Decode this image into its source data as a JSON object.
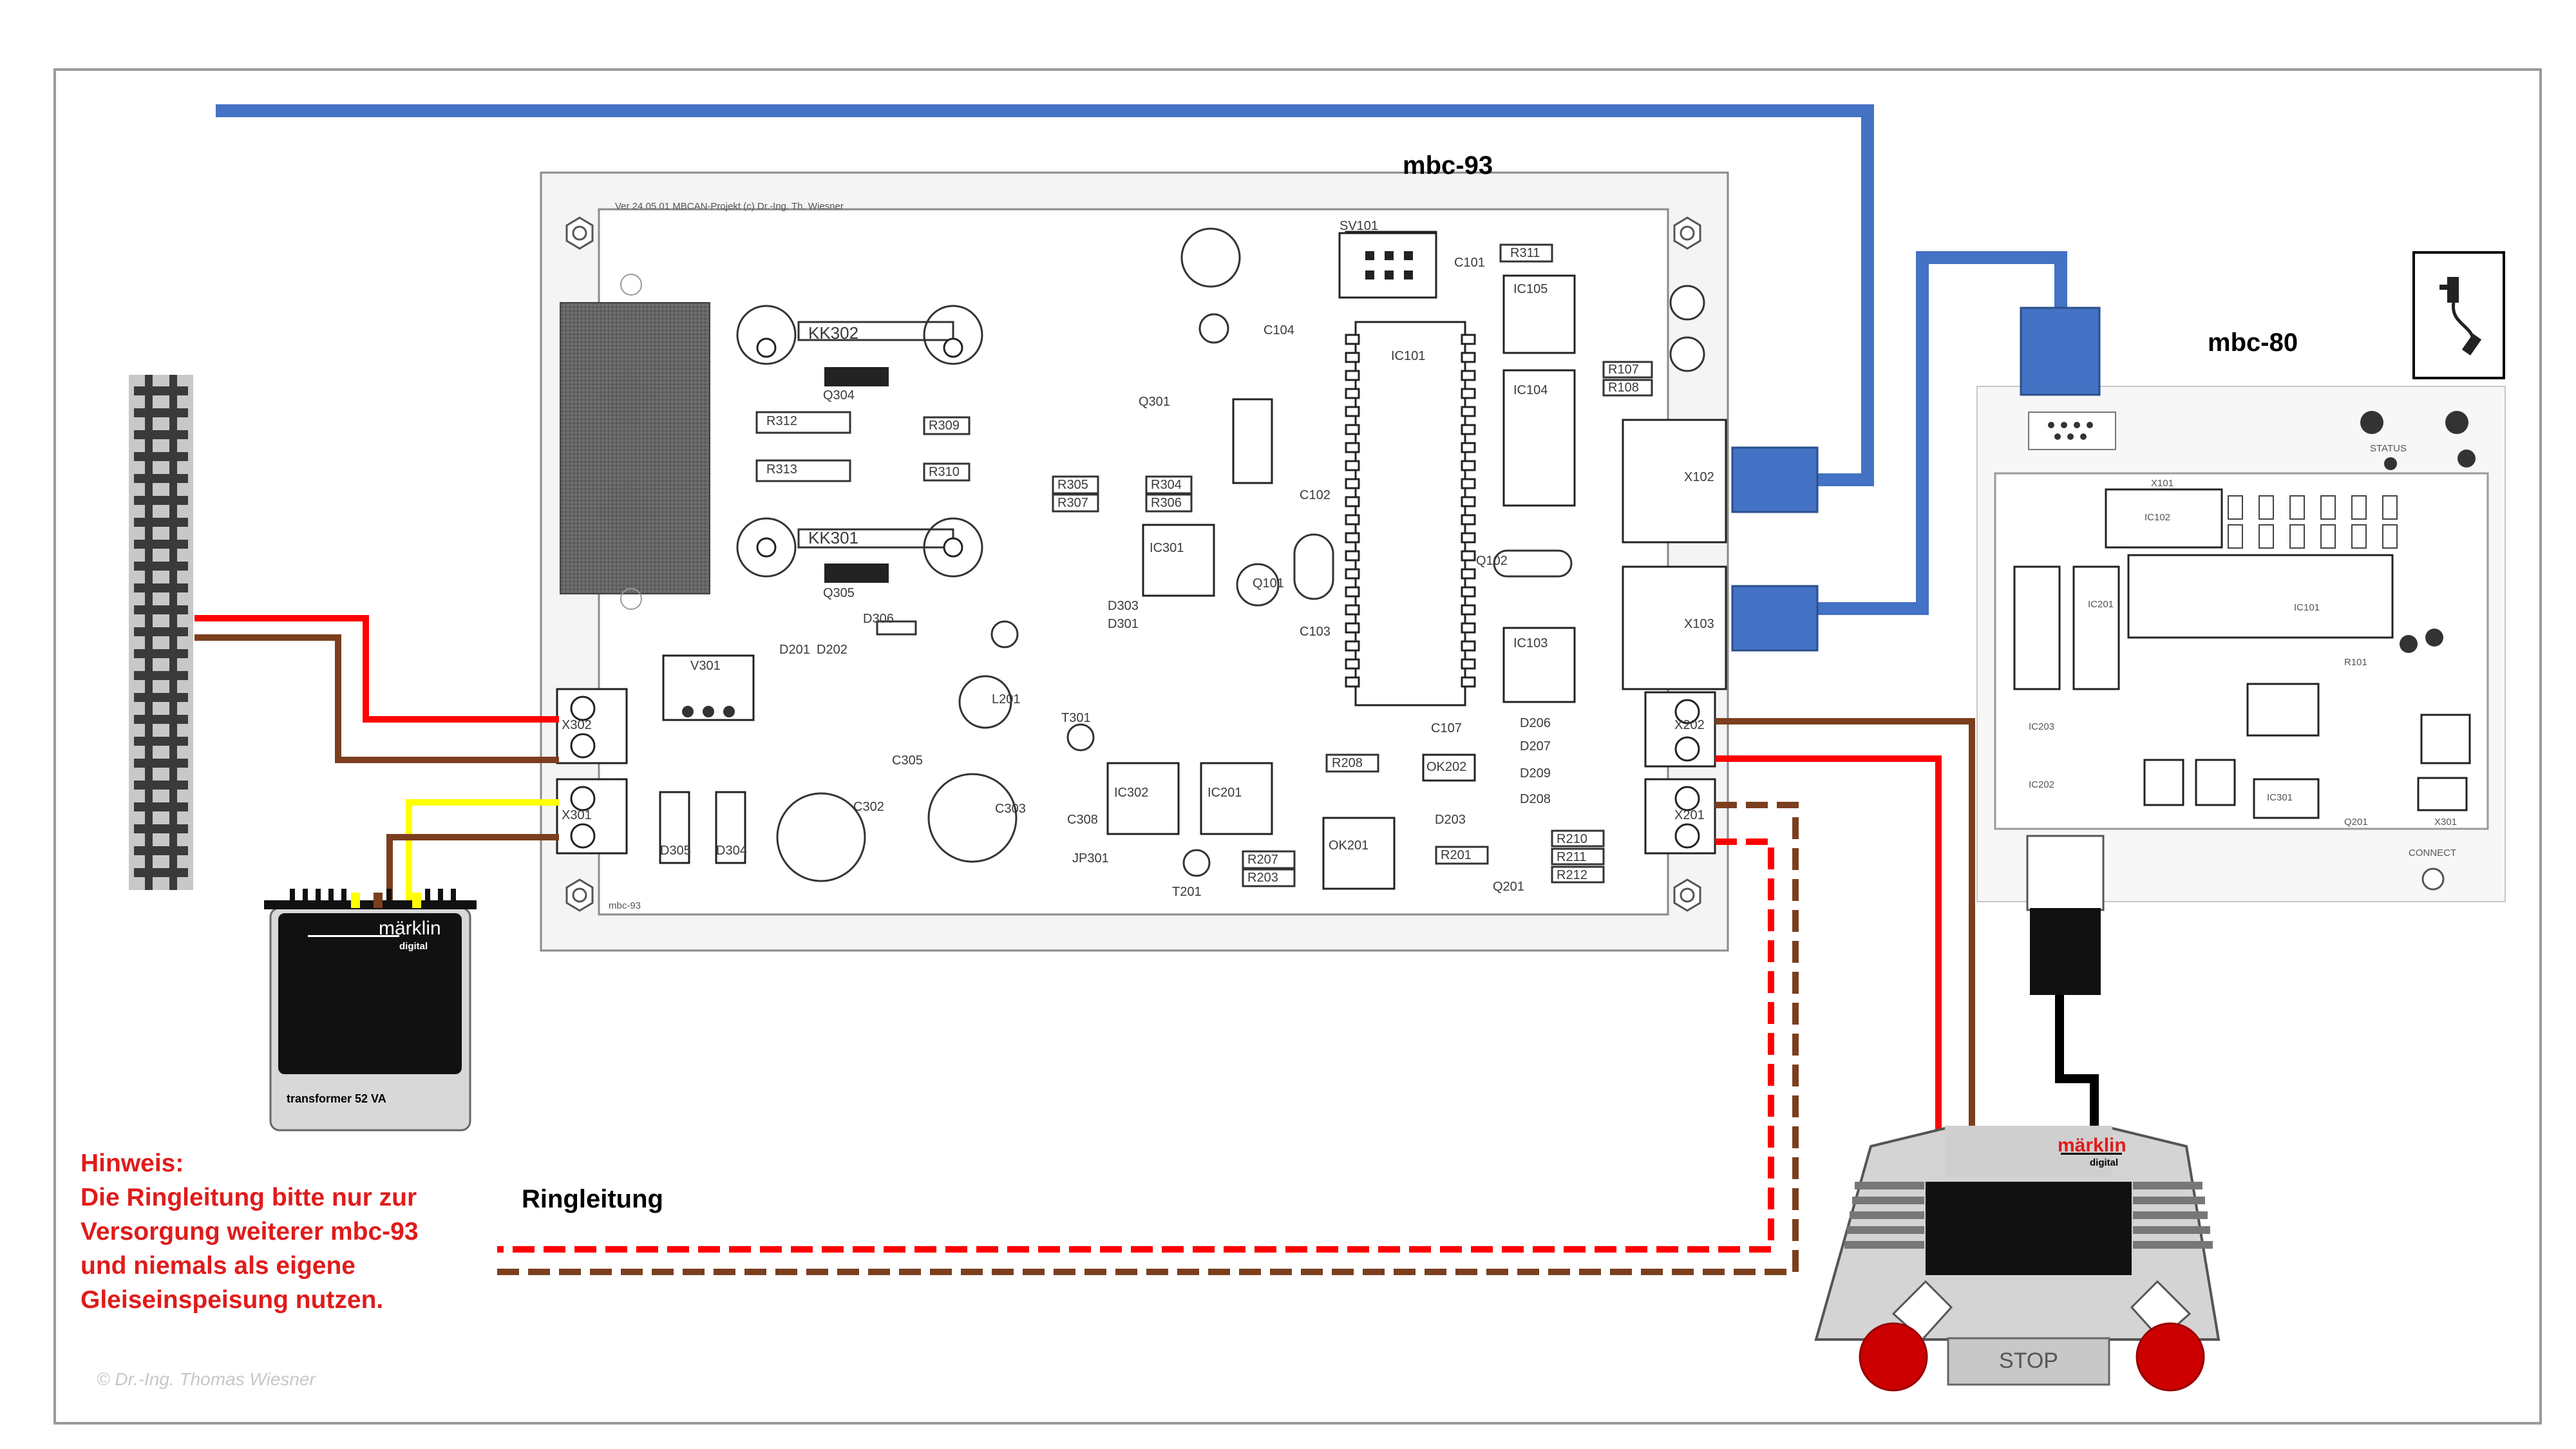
{
  "title_mbc93": "mbc-93",
  "title_mbc80": "mbc-80",
  "ring_label": "Ringleitung",
  "note": {
    "lines": [
      "Hinweis:",
      "Die Ringleitung bitte nur zur",
      "Versorgung weiterer mbc-93",
      "und niemals als eigene",
      "Gleiseinspeisung nutzen."
    ]
  },
  "copyright": "© Dr.-Ing. Thomas Wiesner",
  "transformer": {
    "brand": "märklin",
    "sub": "digital",
    "model": "transformer 52 VA"
  },
  "central_station": {
    "brand": "märklin",
    "sub": "digital",
    "stop": "STOP"
  },
  "pcb93": {
    "header": "Ver 24.05.01   MBCAN-Projekt  (c) Dr.-Ing. Th. Wiesner",
    "footer": "mbc-93",
    "labels": {
      "kk302": "KK302",
      "kk301": "KK301",
      "q304": "Q304",
      "q305": "Q305",
      "r312": "R312",
      "r313": "R313",
      "r309": "R309",
      "r310": "R310",
      "r305": "R305",
      "r307": "R307",
      "r304": "R304",
      "r306": "R306",
      "ic301": "IC301",
      "ic101": "IC101",
      "ic104": "IC104",
      "ic105": "IC105",
      "ic103": "IC103",
      "sv101": "SV101",
      "r311": "R311",
      "r107": "R107",
      "r108": "R108",
      "x102": "X102",
      "x103": "X103",
      "x202": "X202",
      "x201": "X201",
      "x302": "X302",
      "x301": "X301",
      "v301": "V301",
      "d201": "D201",
      "d202": "D202",
      "d306": "D306",
      "d305": "D305",
      "d304": "D304",
      "c302": "C302",
      "c303": "C303",
      "c305": "C305",
      "c308": "C308",
      "c107": "C107",
      "t301": "T301",
      "t201": "T201",
      "jp301": "JP301",
      "ic302": "IC302",
      "ic201": "IC201",
      "ok201": "OK201",
      "ok202": "OK202",
      "r208": "R208",
      "r201": "R201",
      "d203": "D203",
      "r207": "R207",
      "r203": "R203",
      "r210": "R210",
      "r211": "R211",
      "r212": "R212",
      "q201": "Q201",
      "d206": "D206",
      "d207": "D207",
      "d209": "D209",
      "d208": "D208",
      "l201": "L201",
      "d303": "D303",
      "d301": "D301",
      "q102": "Q102",
      "c103": "C103",
      "c102": "C102",
      "q101": "Q101",
      "c101": "C101",
      "c104": "C104",
      "q301": "Q301"
    }
  },
  "pcb80": {
    "labels": {
      "ic101": "IC101",
      "ic201": "IC201",
      "ic203": "IC203",
      "ic202": "IC202",
      "ic102": "IC102",
      "ic301": "IC301",
      "q201": "Q201",
      "x101": "X101",
      "x301": "X301",
      "r101": "R101",
      "status": "STATUS",
      "connect": "CONNECT"
    }
  },
  "colors": {
    "can_blue": "#4472c4",
    "red": "#ff0000",
    "brown": "#7b3f1e",
    "yellow": "#ffff00",
    "note_red": "#e01b1b",
    "track_gray": "#c8c8c8",
    "pcb_gray": "#f2f2f2"
  }
}
